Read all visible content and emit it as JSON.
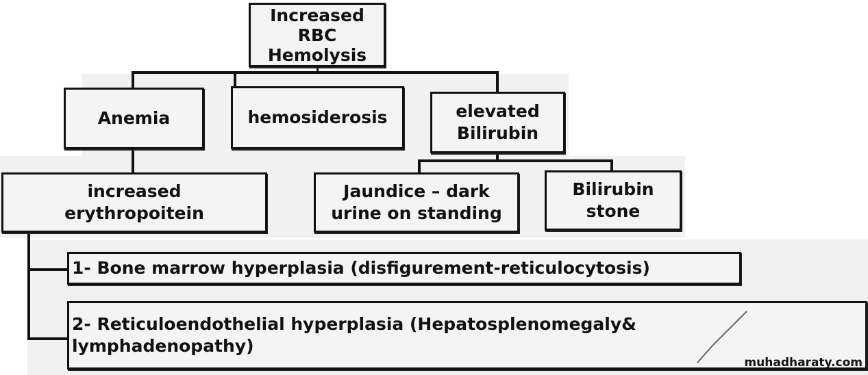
{
  "diagram": {
    "root": {
      "label": "Increased\nRBC\nHemolysis"
    },
    "level1": [
      {
        "label": "Anemia"
      },
      {
        "label": "hemosiderosis"
      },
      {
        "label": "elevated\nBilirubin"
      }
    ],
    "level2": {
      "anemia_child": {
        "label": "increased\nerythropoitein"
      },
      "bilirubin_children": [
        {
          "label": "Jaundice – dark\nurine on standing"
        },
        {
          "label": "Bilirubin\nstone"
        }
      ]
    },
    "effects": [
      {
        "label": "1- Bone marrow hyperplasia (disfigurement-reticulocytosis)"
      },
      {
        "label": "2- Reticuloendothelial hyperplasia  (Hepatosplenomegaly&\nlymphadenopathy)"
      }
    ]
  },
  "watermark": "muhadharaty.com"
}
